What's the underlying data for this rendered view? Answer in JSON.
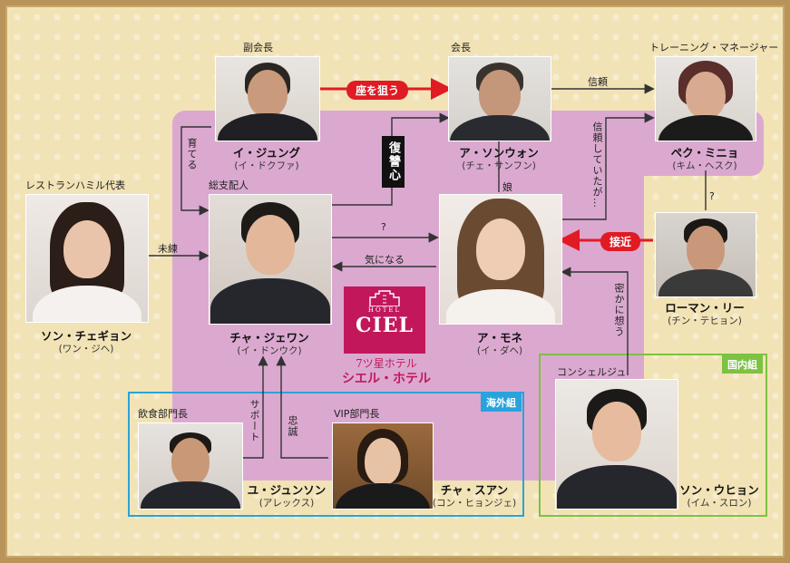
{
  "people": {
    "vice_chair": {
      "role": "副会長",
      "name": "イ・ジュング",
      "actor": "(イ・ドクファ)"
    },
    "chairman": {
      "role": "会長",
      "name": "ア・ソンウォン",
      "actor": "(チェ・サンフン)"
    },
    "trainer": {
      "role": "トレーニング・マネージャー",
      "name": "ペク・ミニョ",
      "actor": "(キム・ヘスク)"
    },
    "restaurant": {
      "role": "レストランハミル代表",
      "name": "ソン・チェギョン",
      "actor": "(ワン・ジヘ)"
    },
    "gm": {
      "role": "総支配人",
      "name": "チャ・ジェワン",
      "actor": "(イ・ドンウク)"
    },
    "amo": {
      "role": "娘",
      "name": "ア・モネ",
      "actor": "(イ・ダヘ)"
    },
    "roman": {
      "name": "ローマン・リー",
      "actor": "(チン・テヒョン)"
    },
    "yu": {
      "role": "飲食部門長",
      "name": "ユ・ジュンソン",
      "actor": "(アレックス)"
    },
    "cha_suan": {
      "role": "VIP部門長",
      "name": "チャ・スアン",
      "actor": "(コン・ヒョンジェ)"
    },
    "son_uhyon": {
      "role": "コンシェルジュ",
      "name": "ソン・ウヒョン",
      "actor": "(イム・スロン)"
    }
  },
  "relations": {
    "aim_seat": "座を狙う",
    "trust": "信頼",
    "trusted_but": "信頼していたが…",
    "raised": "育てる",
    "revenge": "復讐心",
    "lingering": "未練",
    "question1": "?",
    "curious": "気になる",
    "question2": "?",
    "approach": "接近",
    "secret_love": "密かに想う",
    "support": "サポート",
    "loyalty": "忠誠"
  },
  "hotel": {
    "logo_small": "HOTEL",
    "logo_big": "CIEL",
    "stars": "7ツ星ホテル",
    "name": "シエル・ホテル"
  },
  "groups": {
    "overseas": "海外組",
    "domestic": "国内組"
  },
  "colors": {
    "pink_region": "#dba9d0",
    "red_accent": "#e01b24",
    "overseas_border": "#29a3dd",
    "domestic_border": "#7dc242",
    "hotel_brand": "#c2185b"
  }
}
